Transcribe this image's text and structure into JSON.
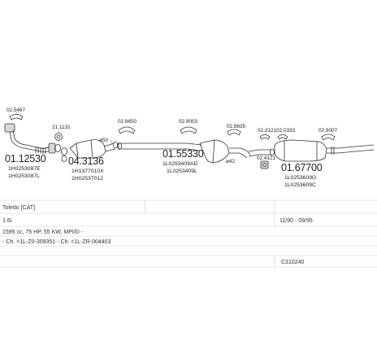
{
  "parts": {
    "bracket_02567": "02.5467",
    "clamp_21131": "21.1131",
    "pipe_front_num": "01.12530",
    "pipe_front_oe1": "1H0253087E",
    "pipe_front_oe2": "1H0253087L",
    "clamp_left_1": "",
    "clamp_left_2": "",
    "cat_num": "04.3136",
    "cat_oe1": "1H1377010X",
    "cat_oe2": "1H0253701J",
    "diam_50": "ø50",
    "hanger_02850": "02.8650",
    "hanger_02903": "02.9003",
    "middle_num": "01.55330",
    "middle_oe1": "1L0253409AD",
    "middle_oe2": "1L0253409L",
    "diam_42": "ø42",
    "hanger_02835": "02.8635",
    "hanger_02121": "02.3121",
    "hanger_02033": "02.0333",
    "hanger_02907": "02.9007",
    "hanger_02412": "02.4121",
    "rear_num": "01.67700",
    "rear_oe1": "1L0253609G",
    "rear_oe2": "1L0253609C"
  },
  "table": {
    "model": "Toledo  [CAT]",
    "engine": "1.6i",
    "date_range": "11/90 - 09/95",
    "spec": "1595 cc, 75 HP, 55 KW, MPI/D -",
    "chassis": "- Ch. >1L-Z0-309351 - Ch. <1L-ZR-004403",
    "code": "C310240"
  }
}
